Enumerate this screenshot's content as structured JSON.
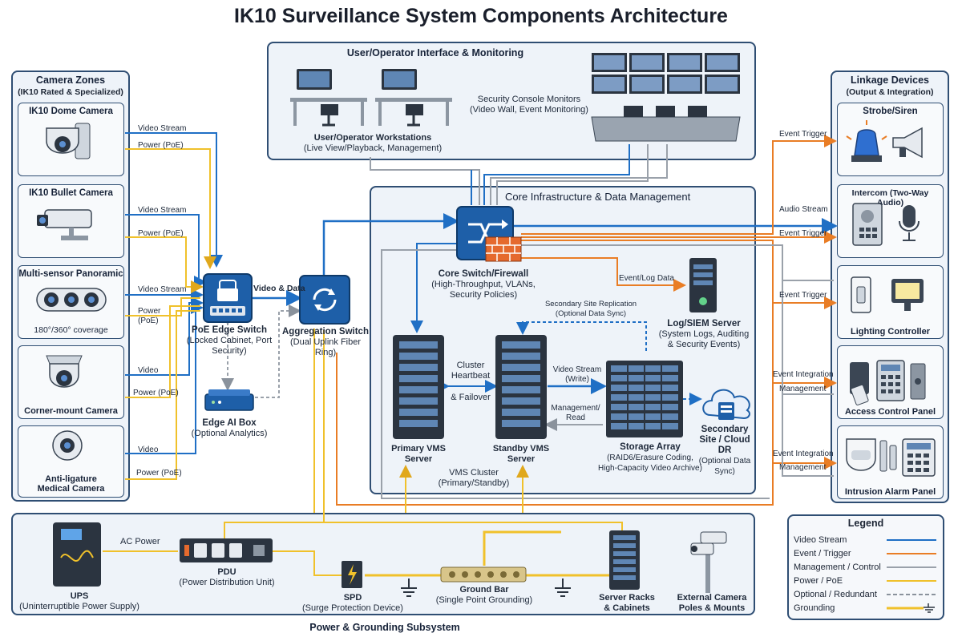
{
  "title": "IK10 Surveillance System Components Architecture",
  "camera_zones": {
    "title": "Camera Zones",
    "subtitle": "(IK10 Rated & Specialized)",
    "cameras": [
      {
        "name": "IK10 Dome Camera",
        "caption": ""
      },
      {
        "name": "IK10 Bullet Camera",
        "caption": ""
      },
      {
        "name": "Multi-sensor Panoramic",
        "caption": "180°/360° coverage"
      },
      {
        "name": "",
        "caption": "Corner-mount Camera"
      },
      {
        "name": "",
        "caption": "Anti-ligature Medical Camera"
      }
    ]
  },
  "camera_links": [
    {
      "signal": "Video Stream",
      "power": "Power (PoE)"
    },
    {
      "signal": "Video Stream",
      "power": "Power (PoE)"
    },
    {
      "signal": "Video Stream",
      "power": "Power (PoE)"
    },
    {
      "signal": "Video",
      "power": "Power (PoE)"
    },
    {
      "signal": "Video",
      "power": "Power (PoE)"
    }
  ],
  "poe_switch": {
    "name": "PoE Edge Switch",
    "detail": "(Locked Cabinet, Port Security)"
  },
  "video_data": "Video & Data",
  "aggregation_switch": {
    "name": "Aggregation Switch",
    "detail": "(Dual Uplink Fiber Ring)"
  },
  "edge_ai": {
    "name": "Edge AI Box",
    "detail": "(Optional Analytics)"
  },
  "operator": {
    "title": "User/Operator Interface & Monitoring",
    "workstations": "User/Operator Workstations",
    "workstations_detail": "(Live View/Playback, Management)",
    "monitors": "Security Console Monitors",
    "monitors_detail": "(Video Wall, Event Monitoring)"
  },
  "core": {
    "title": "Core Infrastructure & Data Management",
    "switch_name": "Core Switch/Firewall",
    "switch_detail": "(High-Throughput, VLANs, Security Policies)",
    "event_log": "Event/Log Data",
    "siem_name": "Log/SIEM Server",
    "siem_detail": "(System Logs, Auditing & Security Events)",
    "replication": "Secondary Site Replication (Optional Data Sync)",
    "heartbeat": "Cluster Heartbeat",
    "failover": "& Failover",
    "primary": "Primary VMS Server",
    "standby": "Standby VMS Server",
    "cluster": "VMS Cluster",
    "cluster_detail": "(Primary/Standby)",
    "video_write": "Video Stream (Write)",
    "mgmt_read": "Management/ Read",
    "storage_name": "Storage Array",
    "storage_detail": "(RAID6/Erasure Coding, High-Capacity Video Archive)",
    "secondary_name": "Secondary Site / Cloud DR",
    "secondary_detail": "(Optional Data Sync)"
  },
  "linkage": {
    "title": "Linkage Devices",
    "subtitle": "(Output & Integration)",
    "devices": [
      {
        "name": "Strobe/Siren",
        "link": "Event Trigger",
        "link2": ""
      },
      {
        "name": "Intercom (Two-Way Audio)",
        "link": "Audio Stream",
        "link2": "Event Trigger"
      },
      {
        "name": "Lighting Controller",
        "link": "Event Trigger",
        "link2": ""
      },
      {
        "name": "Access Control Panel",
        "link": "Event Integration",
        "link2": "Management"
      },
      {
        "name": "Intrusion Alarm Panel",
        "link": "Event Integration",
        "link2": "Management"
      }
    ]
  },
  "power": {
    "title": "Power & Grounding Subsystem",
    "ups_name": "UPS",
    "ups_detail": "(Uninterruptible Power Supply)",
    "ac_power": "AC Power",
    "pdu_name": "PDU",
    "pdu_detail": "(Power Distribution Unit)",
    "spd_name": "SPD",
    "spd_detail": "(Surge Protection Device)",
    "ground_name": "Ground Bar",
    "ground_detail": "(Single Point Grounding)",
    "racks": "Server Racks & Cabinets",
    "poles": "External Camera Poles & Mounts"
  },
  "legend": {
    "title": "Legend",
    "items": [
      {
        "label": "Video Stream",
        "color": "#1f6fc5",
        "style": "solid"
      },
      {
        "label": "Event / Trigger",
        "color": "#e97d25",
        "style": "solid"
      },
      {
        "label": "Management / Control",
        "color": "#9aa1aa",
        "style": "solid"
      },
      {
        "label": "Power / PoE",
        "color": "#f0c12b",
        "style": "solid"
      },
      {
        "label": "Optional / Redundant",
        "color": "#8a929c",
        "style": "dashed"
      },
      {
        "label": "Grounding",
        "color": "#f0c12b",
        "style": "ground"
      }
    ]
  },
  "colors": {
    "video": "#1f6fc5",
    "event": "#e97d25",
    "mgmt": "#9aa1aa",
    "power": "#f0c12b",
    "frame": "#2f4e73"
  }
}
